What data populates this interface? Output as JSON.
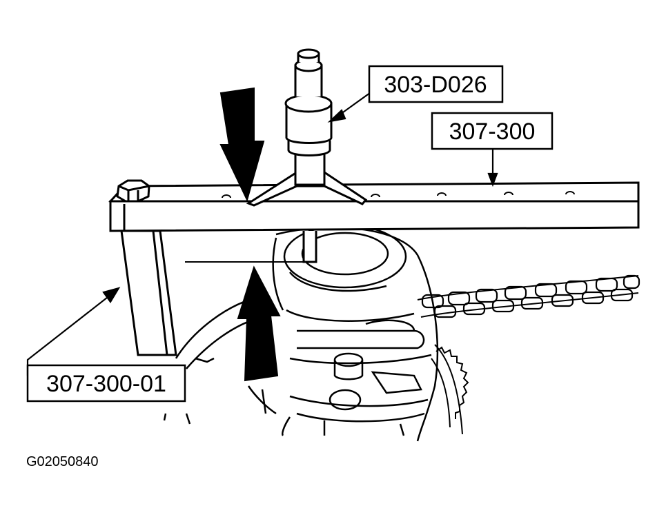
{
  "callouts": {
    "tool_303_d026": "303-D026",
    "tool_307_300": "307-300",
    "tool_307_300_01": "307-300-01"
  },
  "figure_id": "G02050840",
  "colors": {
    "ink": "#000000",
    "paper": "#ffffff"
  }
}
